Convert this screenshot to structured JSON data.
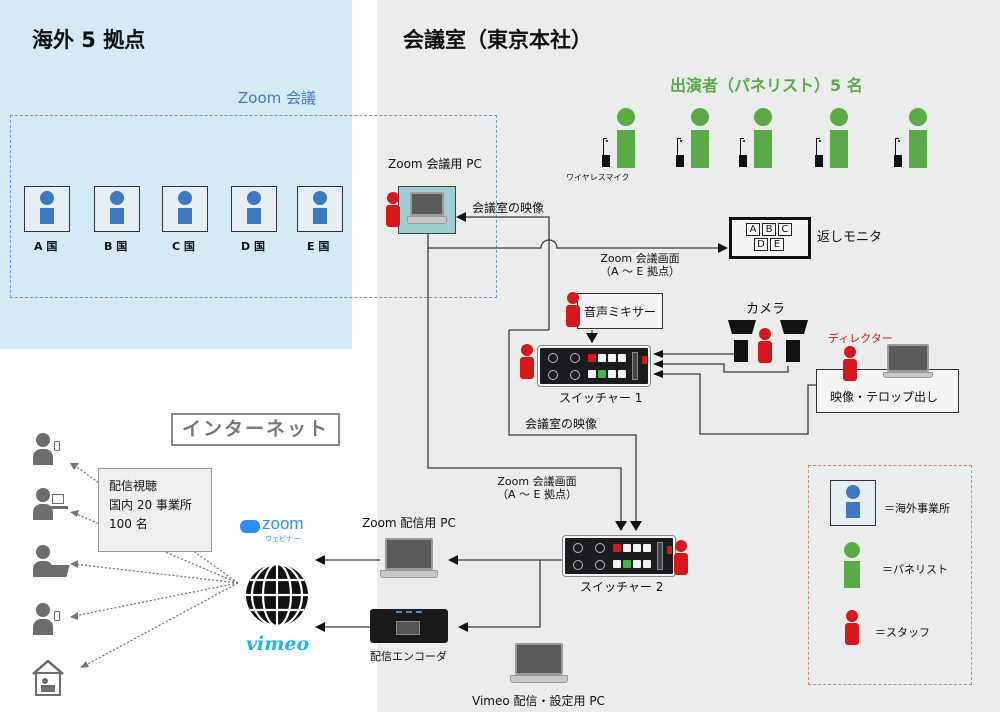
{
  "regions": {
    "overseas": {
      "title": "海外 5 拠点",
      "zoom_meeting_label": "Zoom 会議"
    },
    "meeting_room": {
      "title": "会議室（東京本社）"
    }
  },
  "overseas_sites": [
    {
      "label": "A 国"
    },
    {
      "label": "B 国"
    },
    {
      "label": "C 国"
    },
    {
      "label": "D 国"
    },
    {
      "label": "E 国"
    }
  ],
  "panelists": {
    "title": "出演者（パネリスト）5 名",
    "count": 5,
    "mic_label": "ワイヤレスマイク"
  },
  "devices": {
    "zoom_meeting_pc": "Zoom 会議用 PC",
    "return_monitor": {
      "label": "返しモニタ",
      "tiles": [
        "A",
        "B",
        "C",
        "D",
        "E"
      ]
    },
    "audio_mixer": "音声ミキサー",
    "camera": "カメラ",
    "director_label": "ディレクター",
    "video_telop": "映像・テロップ出し",
    "switcher1": "スイッチャー 1",
    "switcher2": "スイッチャー 2",
    "zoom_streaming_pc": "Zoom 配信用 PC",
    "encoder": "配信エンコーダ",
    "vimeo_pc": "Vimeo 配信・設定用 PC"
  },
  "signals": {
    "room_video_1": "会議室の映像",
    "zoom_screen_1": {
      "line1": "Zoom 会議画面",
      "line2": "（A ～ E 拠点）"
    },
    "room_video_2": "会議室の映像",
    "zoom_screen_2": {
      "line1": "Zoom 会議画面",
      "line2": "（A ～ E 拠点）"
    }
  },
  "internet": {
    "label": "インターネット",
    "viewing_box": {
      "line1": "配信視聴",
      "line2": "国内 20 事業所",
      "line3": "100 名"
    },
    "zoom_logo": {
      "text": "zoom",
      "sub": "ウェビナー"
    },
    "vimeo_logo": "vimeo",
    "viewer_icons": [
      "smartphone-user",
      "laptop-user",
      "desk-user",
      "smartphone-user",
      "home-user"
    ]
  },
  "legend": {
    "items": [
      {
        "label": "＝海外事業所",
        "color": "#3d78c2"
      },
      {
        "label": "＝パネリスト",
        "color": "#5aab46"
      },
      {
        "label": "＝スタッフ",
        "color": "#d7171b"
      }
    ]
  },
  "colors": {
    "overseas_blue": "#3d78c2",
    "panelist_green": "#5aab46",
    "staff_red": "#d7171b",
    "zoom_label_blue": "#3f7cc3",
    "legend_border": "#e8845a"
  }
}
